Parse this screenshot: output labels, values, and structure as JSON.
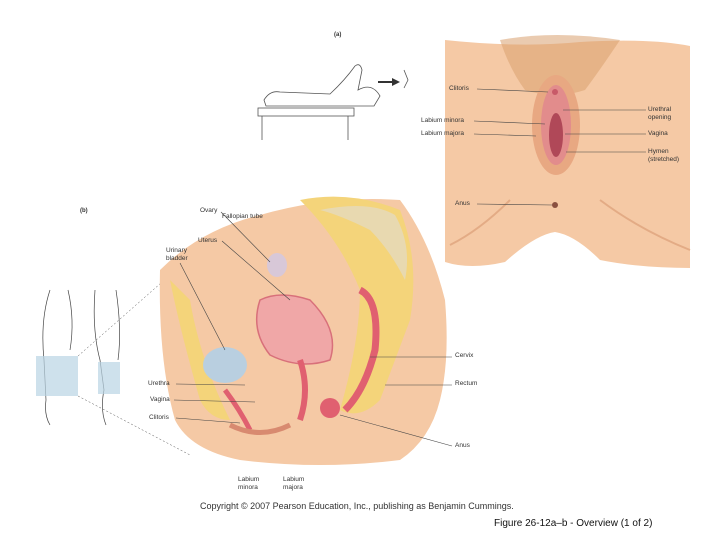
{
  "panel_a": {
    "letter": "(a)",
    "labels": {
      "clitoris": "Clitoris",
      "labium_minora": "Labium minora",
      "labium_majora": "Labium majora",
      "anus": "Anus",
      "urethral_opening": "Urethral opening",
      "vagina": "Vagina",
      "hymen": "Hymen (stretched)"
    }
  },
  "panel_b": {
    "letter": "(b)",
    "labels": {
      "ovary": "Ovary",
      "fallopian_tube": "Fallopian tube",
      "uterus": "Uterus",
      "urinary_bladder": "Urinary bladder",
      "urethra": "Urethra",
      "vagina": "Vagina",
      "clitoris": "Clitoris",
      "cervix": "Cervix",
      "rectum": "Rectum",
      "anus": "Anus",
      "labium_minora": "Labium minora",
      "labium_majora": "Labium majora"
    }
  },
  "copyright": "Copyright © 2007 Pearson Education, Inc., publishing as Benjamin Cummings.",
  "caption": "Figure 26-12a–b - Overview (1 of 2)",
  "colors": {
    "skin": "#f5c9a5",
    "skin_dark": "#e8a882",
    "tissue_pink": "#f0a7a7",
    "organ_red": "#e06070",
    "fat_yellow": "#f4d47a",
    "bone": "#e8d9b0",
    "bladder_blue": "#b9cfe0"
  }
}
